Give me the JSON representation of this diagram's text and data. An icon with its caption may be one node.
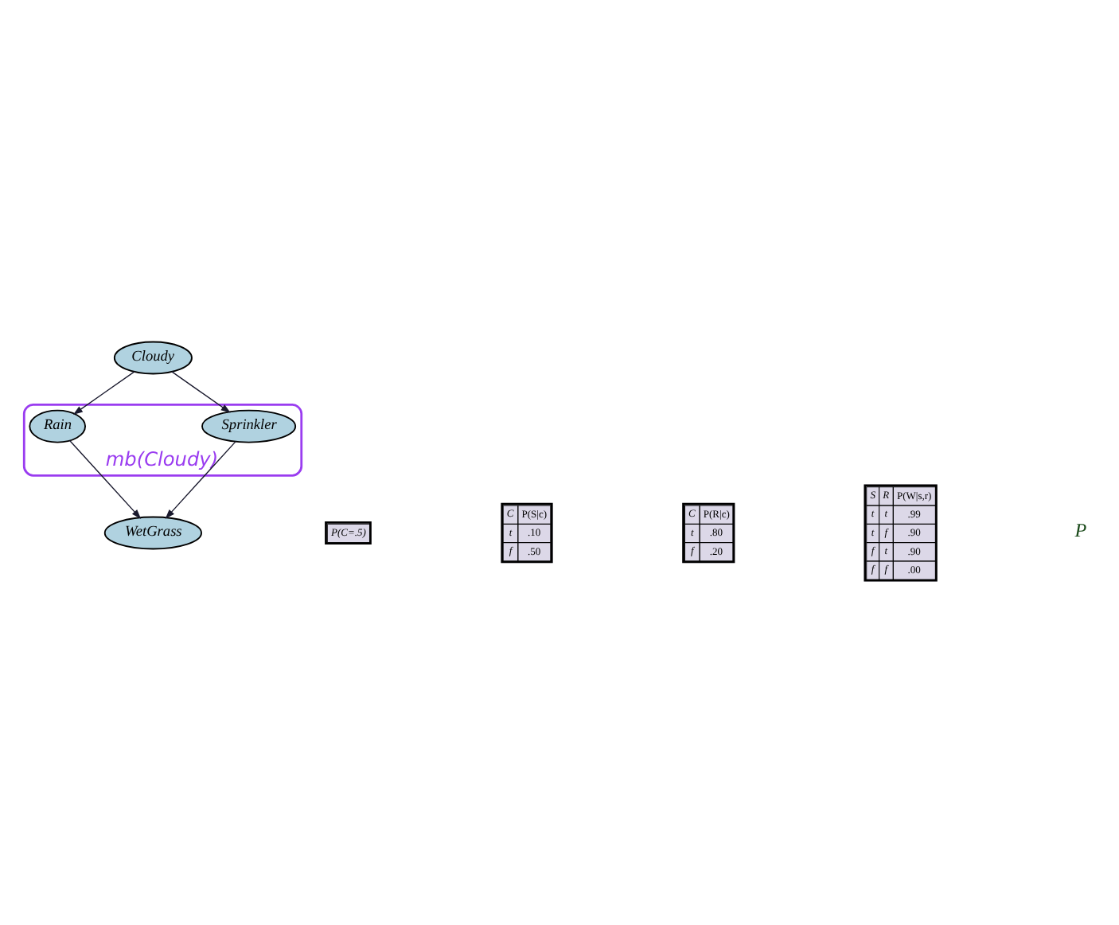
{
  "diagram": {
    "nodes": [
      {
        "text": [
          "Cloudy"
        ]
      },
      {
        "text": [
          "mb(Cloudy)"
        ]
      },
      {
        "text": [
          "Sprinkler"
        ],
        "in": 1
      },
      {
        "text": [
          "Rain"
        ],
        "in": 1
      },
      {
        "text": [
          "WetGrass"
        ]
      }
    ],
    "edges": [
      {
        "from": 0,
        "to": 2,
        "arrow": "to"
      },
      {
        "from": 0,
        "to": 3,
        "arrow": "to"
      },
      {
        "from": 2,
        "to": 4,
        "arrow": "to"
      },
      {
        "from": 3,
        "to": 4,
        "arrow": "to"
      }
    ],
    "labels": [
      "P(C=.5)",
      "C",
      "P(S|c)",
      "t",
      ".10",
      "f",
      ".50",
      "C",
      "P(R|c)",
      "t",
      ".80",
      "f",
      ".20",
      "S",
      "R",
      "P(W|s,r)",
      "t",
      "t",
      ".99",
      "t",
      "f",
      ".90",
      "f",
      "t",
      ".90",
      "f",
      "f",
      ".00",
      "P"
    ]
  }
}
